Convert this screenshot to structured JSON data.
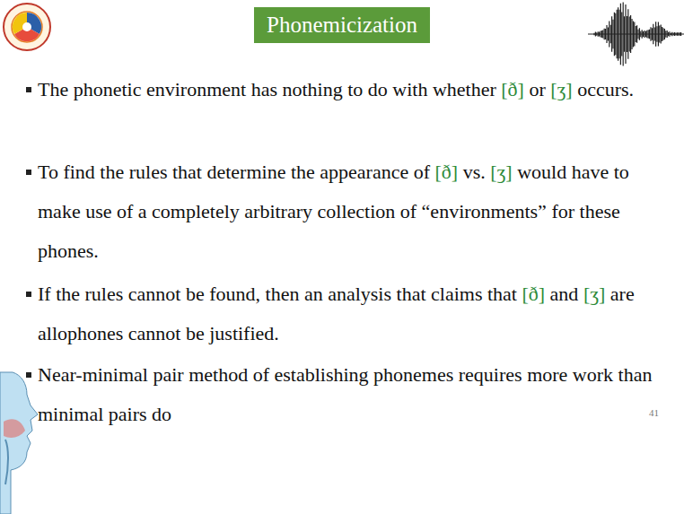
{
  "diagram": {
    "title": "Phonemicization",
    "labels": [
      "The phonetic environment has nothing to do with whether [ð] or [ʒ] occurs.",
      "To find the rules that determine the appearance of [ð] vs. [ʒ] would have to make use of a completely arbitrary collection of “environments” for these phones.",
      "If the rules cannot be found, then an analysis that claims that [ð] and [ʒ] are allophones cannot be justified.",
      "Near-minimal pair method of establishing phonemes requires more work than minimal pairs do",
      "41"
    ]
  }
}
